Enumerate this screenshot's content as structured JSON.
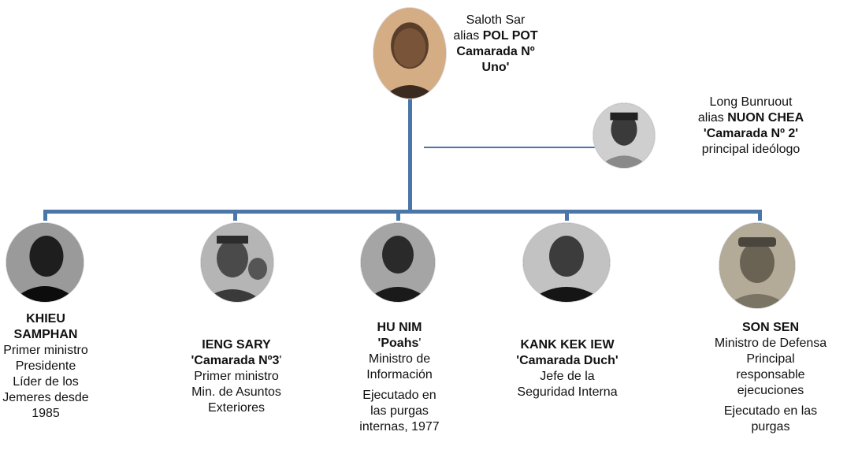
{
  "colors": {
    "connector": "#4a76a8",
    "text": "#111111",
    "background": "#ffffff"
  },
  "leader": {
    "photo_icon": "portrait-photo",
    "line1": "Saloth Sar",
    "alias_prefix": "alias ",
    "alias": "POL POT",
    "nickname_l1": "Camarada Nº",
    "nickname_l2": "Uno'"
  },
  "deputy": {
    "photo_icon": "portrait-photo",
    "line1": "Long Bunruout",
    "alias_prefix": "alias ",
    "alias": "NUON CHEA",
    "nickname": "'Camarada Nº 2'",
    "role": "principal ideólogo"
  },
  "members": [
    {
      "photo_icon": "portrait-photo",
      "name_l1": "KHIEU",
      "name_l2": "SAMPHAN",
      "lines": [
        "Primer ministro",
        "Presidente",
        "Líder de los",
        "Jemeres desde",
        "1985"
      ]
    },
    {
      "photo_icon": "portrait-photo",
      "name_l1": "IENG SARY",
      "nickname_bold": "'Camarada Nº3",
      "nickname_tail": "'",
      "lines": [
        "Primer ministro",
        "Min. de Asuntos",
        "Exteriores"
      ]
    },
    {
      "photo_icon": "portrait-photo",
      "name_l1": "HU NIM",
      "nickname_bold": "'Poahs",
      "nickname_tail": "'",
      "lines": [
        "Ministro de",
        "Información"
      ],
      "note": [
        "Ejecutado en",
        "las purgas",
        "internas, 1977"
      ]
    },
    {
      "photo_icon": "portrait-photo",
      "name_l1": "KANK KEK IEW",
      "nickname_bold": "'Camarada Duch'",
      "lines": [
        "Jefe de la",
        "Seguridad Interna"
      ]
    },
    {
      "photo_icon": "portrait-photo",
      "name_l1": "SON SEN",
      "lines": [
        "Ministro de Defensa",
        "Principal",
        "responsable",
        "ejecuciones"
      ],
      "note": [
        "Ejecutado en las",
        "purgas"
      ]
    }
  ]
}
